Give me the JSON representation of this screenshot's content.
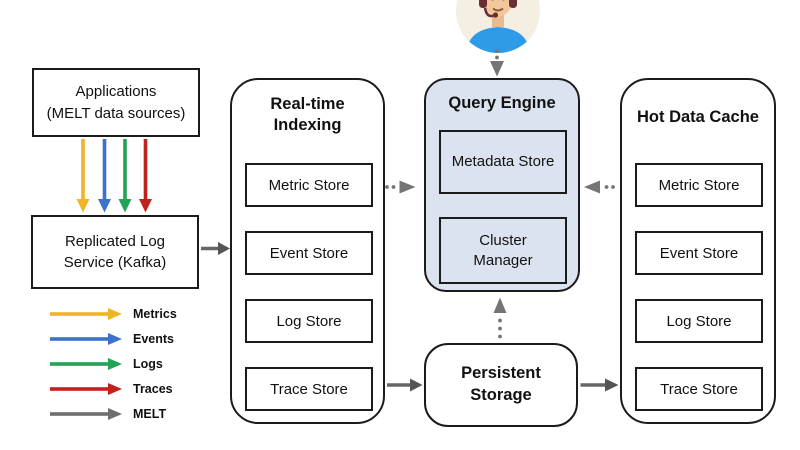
{
  "applications": {
    "line1": "Applications",
    "line2": "(MELT data sources)"
  },
  "replicated_log": {
    "line1": "Replicated Log",
    "line2": "Service (Kafka)"
  },
  "legend": {
    "items": [
      {
        "label": "Metrics",
        "color": "#F0B429"
      },
      {
        "label": "Events",
        "color": "#3B72CE"
      },
      {
        "label": "Logs",
        "color": "#22A355"
      },
      {
        "label": "Traces",
        "color": "#C0231D"
      },
      {
        "label": "MELT",
        "color": "#6E6E6E"
      }
    ]
  },
  "realtime_indexing": {
    "title_line1": "Real-time",
    "title_line2": "Indexing",
    "stores": [
      "Metric Store",
      "Event Store",
      "Log Store",
      "Trace Store"
    ]
  },
  "query_engine": {
    "title": "Query Engine",
    "metadata_store": "Metadata Store",
    "cluster_manager_line1": "Cluster",
    "cluster_manager_line2": "Manager",
    "fill_color": "#DCE3F0"
  },
  "hot_data_cache": {
    "title": "Hot Data Cache",
    "stores": [
      "Metric Store",
      "Event Store",
      "Log Store",
      "Trace Store"
    ]
  },
  "persistent_storage": {
    "line1": "Persistent",
    "line2": "Storage"
  },
  "colors": {
    "box_border": "#1B1B1B",
    "solid_arrow": "#666666",
    "dotted_arrow": "#757575"
  }
}
